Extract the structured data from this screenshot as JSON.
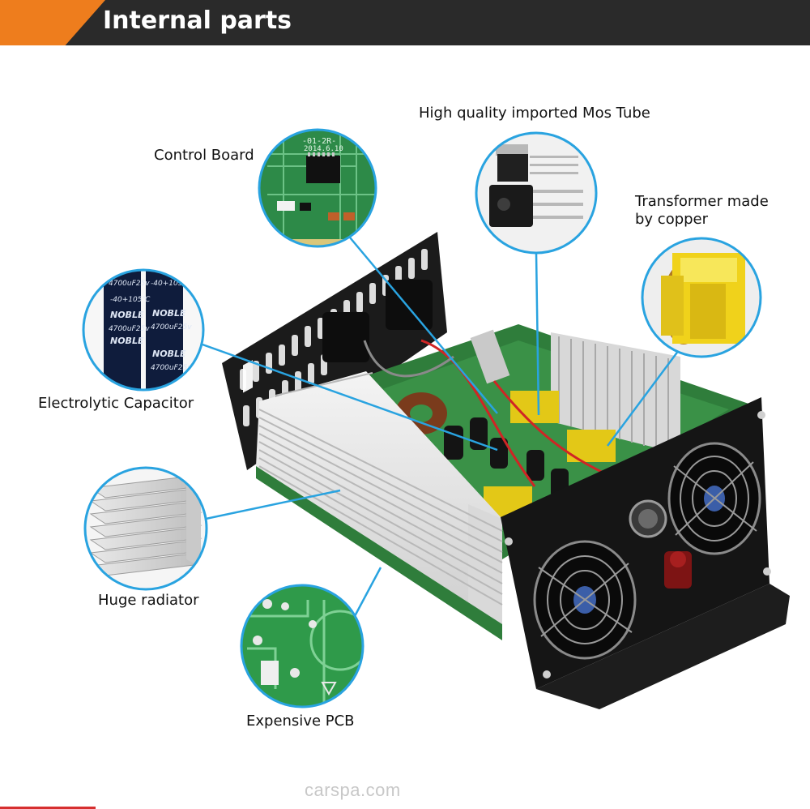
{
  "header": {
    "title": "Internal parts",
    "accent_color": "#ee7d1d",
    "bar_color": "#2a2a2a"
  },
  "callouts": {
    "control_board": "Control Board",
    "mos_tube": "High quality imported Mos Tube",
    "transformer_line1": "Transformer made",
    "transformer_line2": "by copper",
    "capacitor": "Electrolytic Capacitor",
    "radiator": "Huge radiator",
    "pcb": "Expensive PCB"
  },
  "capacitor_print": {
    "brand": "NOBLE",
    "rating": "4700uF25v",
    "temp": "-40+105℃"
  },
  "control_board_print": {
    "date": "2014.6.10",
    "code": "-01-2R-"
  },
  "watermark": "carspa.com",
  "line_color": "#29a3e0"
}
